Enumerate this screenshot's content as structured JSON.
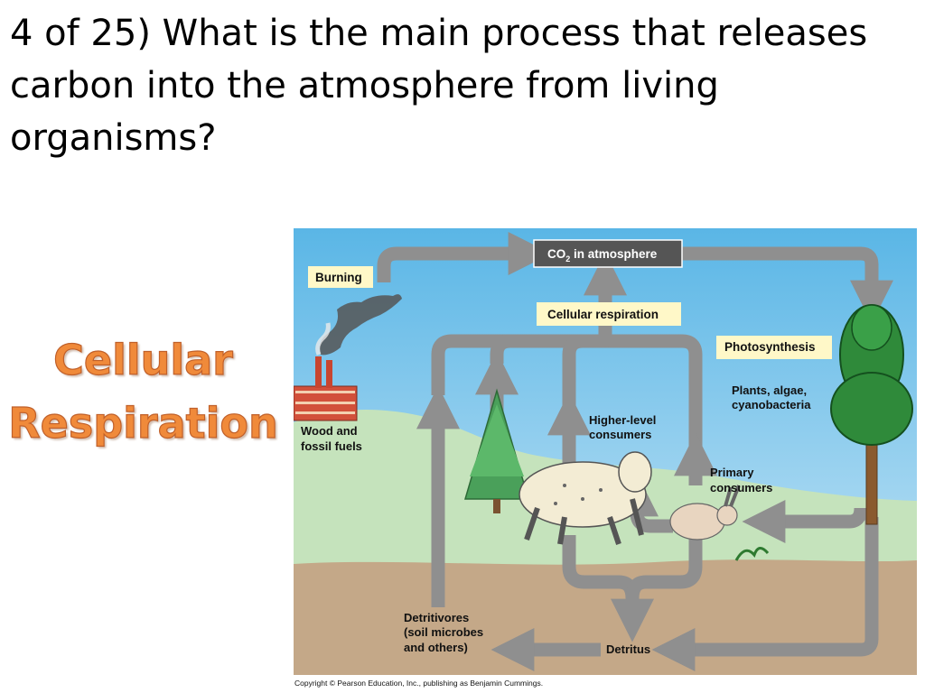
{
  "question": "4 of 25) What is the main process that releases carbon into the atmosphere from living organisms?",
  "answer": {
    "line1": "Cellular",
    "line2": "Respiration"
  },
  "diagram": {
    "co2_box_text": "CO",
    "co2_subscript": "2",
    "co2_box_suffix": " in atmosphere",
    "burning": "Burning",
    "cellular_respiration": "Cellular respiration",
    "photosynthesis": "Photosynthesis",
    "plants_line1": "Plants, algae,",
    "plants_line2": "cyanobacteria",
    "higher_line1": "Higher-level",
    "higher_line2": "consumers",
    "primary_line1": "Primary",
    "primary_line2": "consumers",
    "wood_line1": "Wood and",
    "wood_line2": "fossil fuels",
    "detritivores_line1": "Detritivores",
    "detritivores_line2": "(soil microbes",
    "detritivores_line3": "and others)",
    "detritus": "Detritus"
  },
  "copyright": "Copyright © Pearson Education, Inc., publishing as Benjamin Cummings.",
  "colors": {
    "sky": "#7fc4e8",
    "grass": "#c5e3bc",
    "soil": "#c4a888",
    "arrow": "#8f8f8f",
    "label_box": "#fff8c8",
    "co2_box": "#555555",
    "answer_orange": "#f08a3a"
  }
}
